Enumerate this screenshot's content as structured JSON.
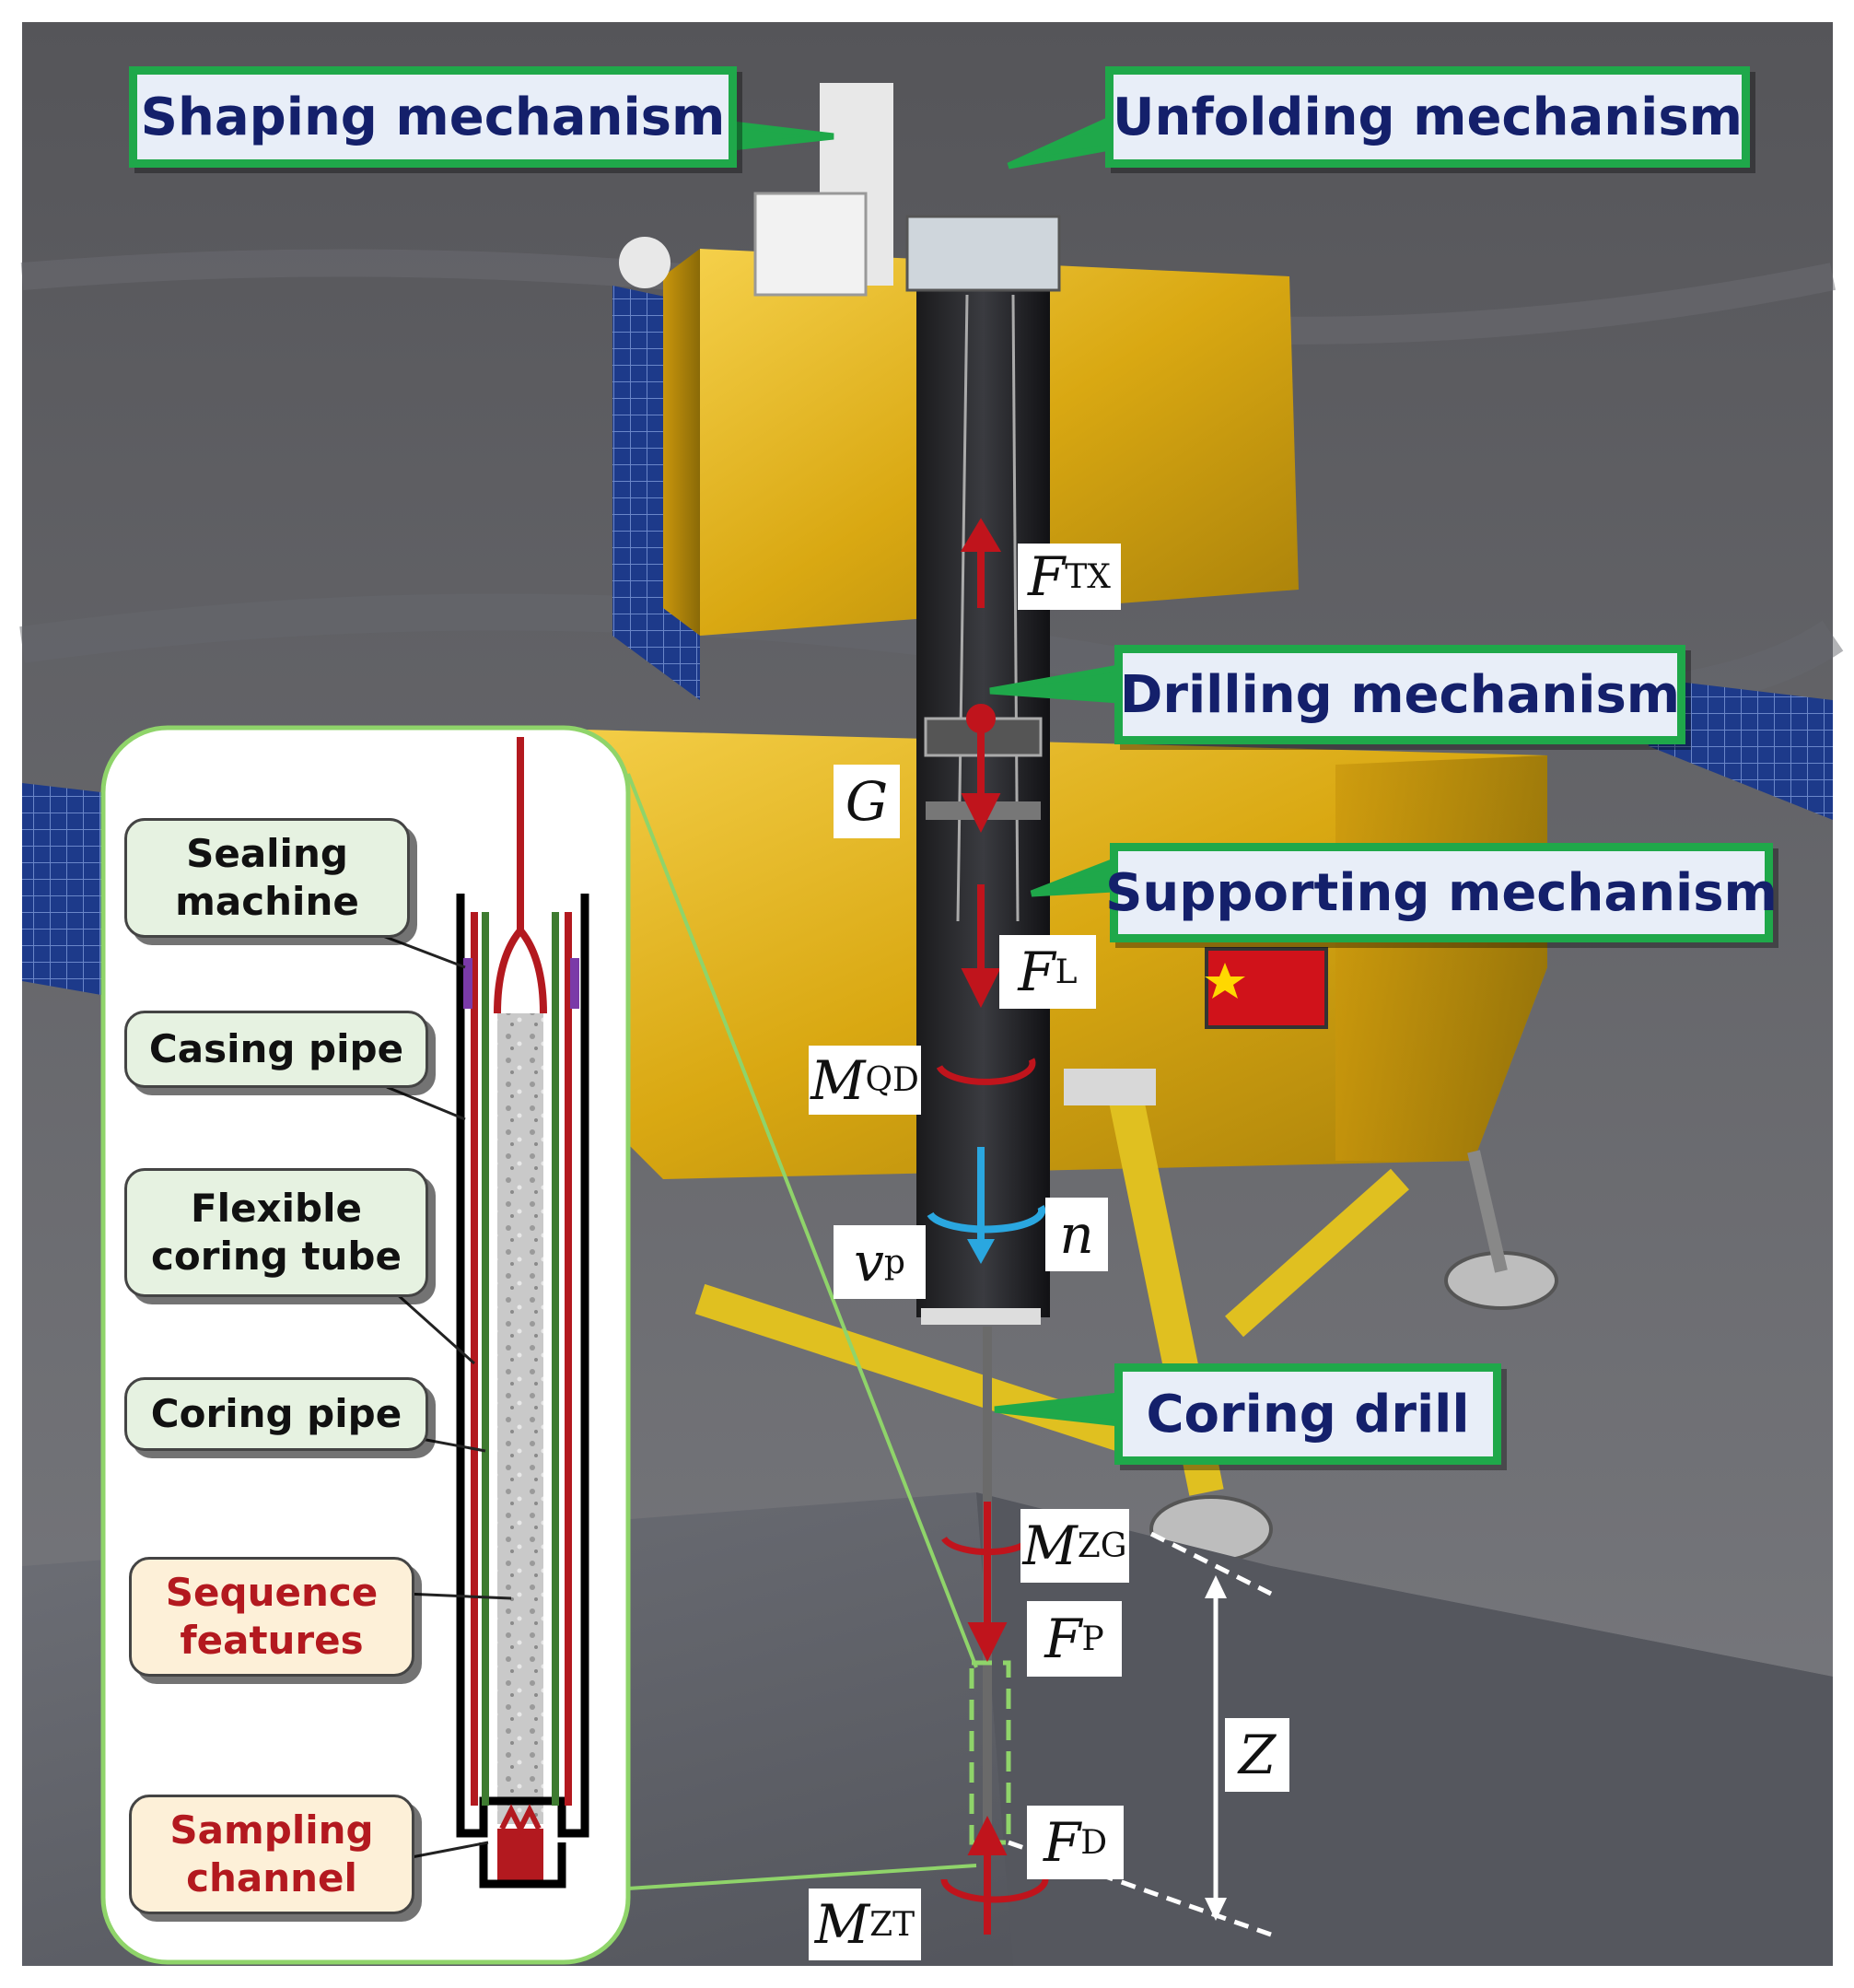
{
  "callouts": {
    "shaping": "Shaping mechanism",
    "unfolding": "Unfolding mechanism",
    "drilling": "Drilling mechanism",
    "supporting": "Supporting mechanism",
    "coring_drill": "Coring drill"
  },
  "inset_labels": {
    "sealing_1": "Sealing",
    "sealing_2": "machine",
    "casing": "Casing pipe",
    "flexible_1": "Flexible",
    "flexible_2": "coring tube",
    "coring_pipe": "Coring pipe",
    "sequence_1": "Sequence",
    "sequence_2": "features",
    "sampling_1": "Sampling",
    "sampling_2": "channel"
  },
  "symbols": {
    "ftx": {
      "main": "F",
      "sub": "TX"
    },
    "g": {
      "main": "G",
      "sub": ""
    },
    "fl": {
      "main": "F",
      "sub": "L"
    },
    "mqd": {
      "main": "M",
      "sub": "QD"
    },
    "n": {
      "main": "n",
      "sub": ""
    },
    "vp": {
      "main": "v",
      "sub": "p"
    },
    "mzg": {
      "main": "M",
      "sub": "ZG"
    },
    "fp": {
      "main": "F",
      "sub": "P"
    },
    "z": {
      "main": "Z",
      "sub": ""
    },
    "fd": {
      "main": "F",
      "sub": "D"
    },
    "mzt": {
      "main": "M",
      "sub": "ZT"
    }
  },
  "colors": {
    "callout_border": "#1fa84a",
    "callout_text": "#14206b",
    "force_arrow": "#c0141c",
    "rotation_arrow": "#2aa7e0",
    "lander_gold": "#e2b416",
    "regolith": "#5e6068"
  }
}
